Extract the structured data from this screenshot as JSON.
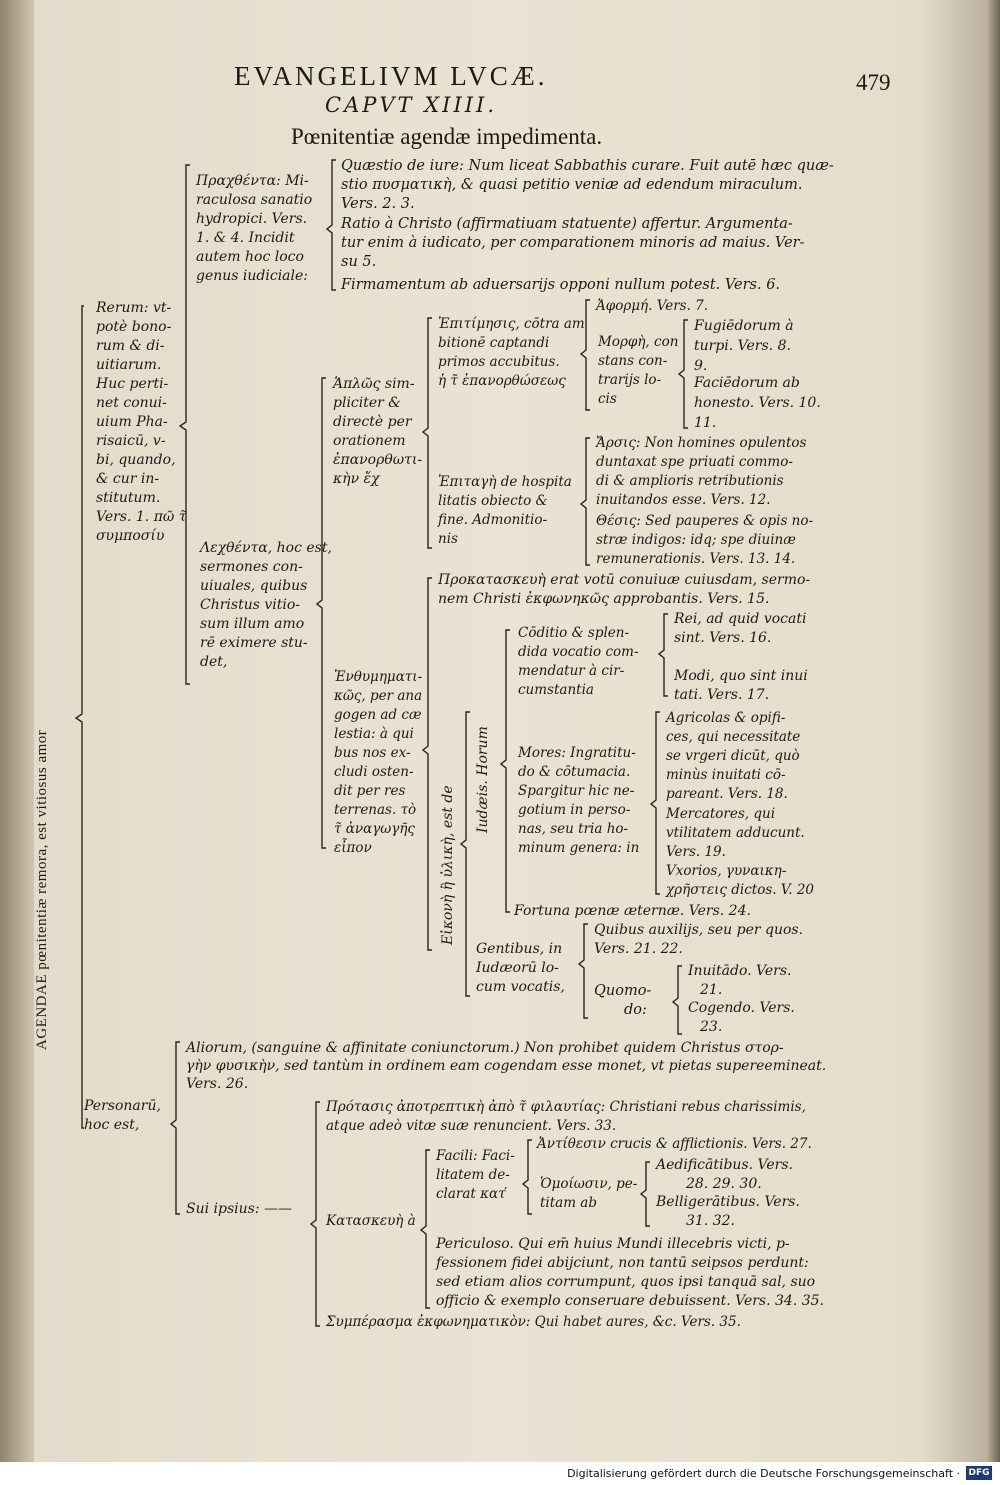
{
  "header": {
    "running_title": "EVANGELIVM LVCÆ.",
    "page_number": "479",
    "chapter": "CAPVT XIIII.",
    "section_title": "Pœnitentiæ agendæ impedimenta."
  },
  "vertical_title": "AGENDAE pœnitentiæ remora, est vitiosus amor",
  "rerum": [
    "Rerum: vt-",
    "potè bono-",
    "rum & di-",
    "uitiarum.",
    "Huc perti-",
    "net conui-",
    "uium Pha-",
    "risaicū, v-",
    "bi, quando,",
    "& cur in-",
    "stitutum.",
    "Vers. 1. πῶ τ̃",
    "συμποσίυ"
  ],
  "perachthenta": [
    "Πραχθέντα: Mi-",
    "raculosa sanatio",
    "hydropici. Vers.",
    "1. & 4. Incidit",
    "autem hoc loco",
    "genus iudiciale:"
  ],
  "quaestio": [
    "Quæstio de iure: Num liceat Sabbathis curare. Fuit autē hæc quæ-",
    "stio πυσματικὴ, & quasi petitio veniæ ad edendum miraculum.",
    "Vers. 2. 3."
  ],
  "ratio": [
    "Ratio à Christo (affirmatiuam statuente) affertur. Argumenta-",
    "tur enim à iudicato, per comparationem minoris ad maius. Ver-",
    "su 5."
  ],
  "firmamentum": "Firmamentum ab aduersarijs opponi nullum potest. Vers. 6.",
  "lechthenta": [
    "Λεχθέντα, hoc est,",
    "sermones con-",
    "uiuales, quibus",
    "Christus vitio-",
    "sum illum amo",
    "rē eximere stu-",
    "det,"
  ],
  "haplos": [
    "Ἁπλῶς sim-",
    "pliciter &",
    "directè per",
    "orationem",
    "ἐπανορθωτι-",
    "κὴν ἔχ"
  ],
  "epitimesis": [
    "Ἐπιτίμησις, cōtra am",
    "bitionē captandi",
    "primos accubitus.",
    "ἡ τ̃ ἐπανορθώσεως"
  ],
  "aphorme": "Ἀφορμή. Vers. 7.",
  "morphe": [
    "Μορφὴ, con",
    "stans con-",
    "trarijs lo-",
    "cis"
  ],
  "fugiendorum": [
    "Fugiēdorum à",
    "turpi. Vers. 8.",
    "9."
  ],
  "faciendorum": [
    "Faciēdorum ab",
    "honesto. Vers. 10.",
    "11."
  ],
  "epitage": [
    "Ἐπιταγὴ de hospita",
    "litatis obiecto &",
    "fine. Admonitio-",
    "nis"
  ],
  "arsis": [
    "Ἄρσις: Non homines opulentos",
    "duntaxat spe priuati commo-",
    "di & amplioris retributionis",
    "inuitandos esse. Vers. 12."
  ],
  "thesis": [
    "Θέσις: Sed pauperes & opis no-",
    "stræ indigos: idq; spe diuinæ",
    "remunerationis. Vers. 13. 14."
  ],
  "prokataskeue": "Προκατασκευὴ erat votū conuiuæ cuiusdam, sermo-",
  "prokataskeue_2": "nem Christi ἐκφωνηκῶς approbantis. Vers. 15.",
  "enthymematikos": [
    "Ἐνθυμηματι-",
    "κῶς, per ana",
    "gogen ad cæ",
    "lestia: à qui",
    "bus nos ex-",
    "cludi osten-",
    "dit per res",
    "terrenas. τὸ",
    "τ̃ ἀναγωγῆς",
    "εἶπον"
  ],
  "eikon": "Εἰκονὴ ἢ ὑλικὴ, est de",
  "iudaeis": "Iudæis. Horum",
  "conditio": [
    "Cōditio & splen-",
    "dida vocatio com-",
    "mendatur à cir-",
    "cumstantia"
  ],
  "rei": [
    "Rei, ad quid vocati",
    "sint. Vers. 16."
  ],
  "modi": [
    "Modi, quo sint inui",
    "tati. Vers. 17."
  ],
  "mores": [
    "Mores: Ingratitu-",
    "do & cōtumacia.",
    "Spargitur hic ne-",
    "gotium in perso-",
    "nas, seu tria ho-",
    "minum genera: in"
  ],
  "agricolas": [
    "Agricolas & opifi-",
    "ces, qui necessitate",
    "se vrgeri dicūt, quò",
    "minùs inuitati cō-",
    "pareant. Vers. 18."
  ],
  "mercatores": [
    "Mercatores, qui",
    "vtilitatem adducunt.",
    "Vers. 19."
  ],
  "uxorios": [
    "Vxorios, γυναικη-",
    "χρῆστεις dictos. V. 20"
  ],
  "fortuna": "Fortuna pœnæ æternæ. Vers. 24.",
  "gentibus": [
    "Gentibus, in",
    "Iudæorū lo-",
    "cum vocatis,"
  ],
  "quibus": [
    "Quibus auxilijs, seu per quos.",
    "Vers. 21. 22."
  ],
  "quomodo": [
    "Quomo-",
    "do:"
  ],
  "inuitando": [
    "Inuitādo. Vers.",
    "21."
  ],
  "cogendo": [
    "Cogendo. Vers.",
    "23."
  ],
  "aliorum": [
    "Aliorum, (sanguine & affinitate coniunctorum.) Non prohibet quidem Christus στορ-",
    "γὴν φυσικὴν, sed tantùm in ordinem eam cogendam esse monet, vt pietas supereemineat.",
    "Vers. 26."
  ],
  "personarum": [
    "Personarū,",
    "hoc est,"
  ],
  "protasis": [
    "Πρότασις ἀποτρεπτικὴ ἀπὸ τ̃ φιλαυτίας: Christiani rebus charissimis,",
    "atque adeò vitæ suæ renuncient. Vers. 33."
  ],
  "sui": "Sui ipsius: ——",
  "kataskeue": "Κατασκευὴ à",
  "facili": [
    "Facili: Faci-",
    "litatem de-",
    "clarat κατ̕"
  ],
  "antithesin": "Ἀντίθεσιν crucis & afflictionis. Vers. 27.",
  "homoiosin": [
    "Ὁμοίωσιν, pe-",
    "titam ab"
  ],
  "aedificatibus": [
    "Aedificātibus. Vers.",
    "28. 29. 30."
  ],
  "belligeratibus": [
    "Belligerātibus. Vers.",
    "31. 32."
  ],
  "periculoso": [
    "Periculoso. Qui em̄ huius Mundi illecebris victi, p-",
    "fessionem fidei abijciunt, non tantū seipsos perdunt:",
    "sed etiam alios corrumpunt, quos ipsi tanquā sal, suo",
    "officio & exemplo conseruare debuissent. Vers. 34. 35."
  ],
  "symperasma": "Συμπέρασμα ἐκφωνηματικὸν: Qui habet aures, &c. Vers. 35.",
  "footer": {
    "text": "Digitalisierung gefördert durch die Deutsche Forschungsgemeinschaft ·",
    "logo": "DFG"
  }
}
